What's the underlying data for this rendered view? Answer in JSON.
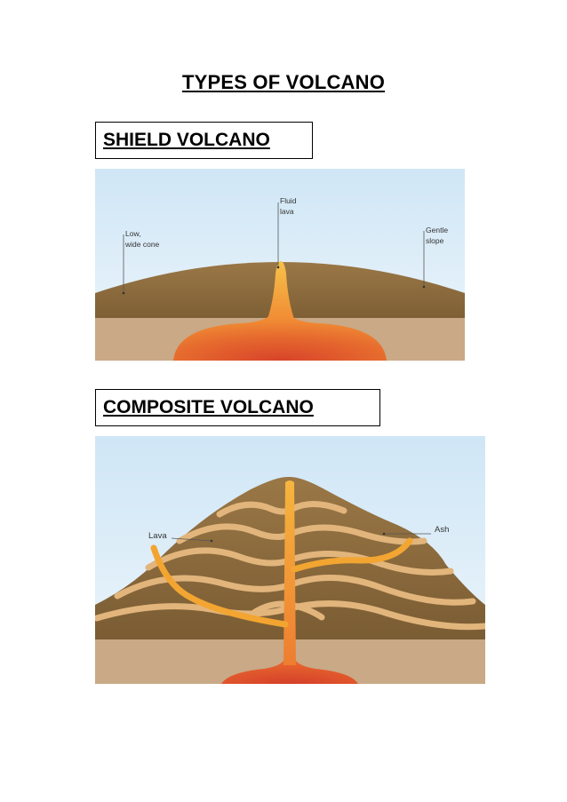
{
  "title": "TYPES OF VOLCANO",
  "sections": [
    {
      "heading": "SHIELD VOLCANO",
      "labels": {
        "fluid_1": "Fluid",
        "fluid_2": "lava",
        "low_1": "Low,",
        "low_2": "wide cone",
        "gentle_1": "Gentle",
        "gentle_2": "slope"
      }
    },
    {
      "heading": "COMPOSITE VOLCANO",
      "labels": {
        "lava": "Lava",
        "ash": "Ash"
      }
    }
  ],
  "colors": {
    "sky_top": "#cfe6f6",
    "sky_bottom": "#eef6fb",
    "rock_brown": "#8a6a3e",
    "ground_tan": "#c9a986",
    "lava_orange": "#f2a531",
    "magma_red": "#d9472a",
    "lava_layer": "#e2b57c"
  }
}
